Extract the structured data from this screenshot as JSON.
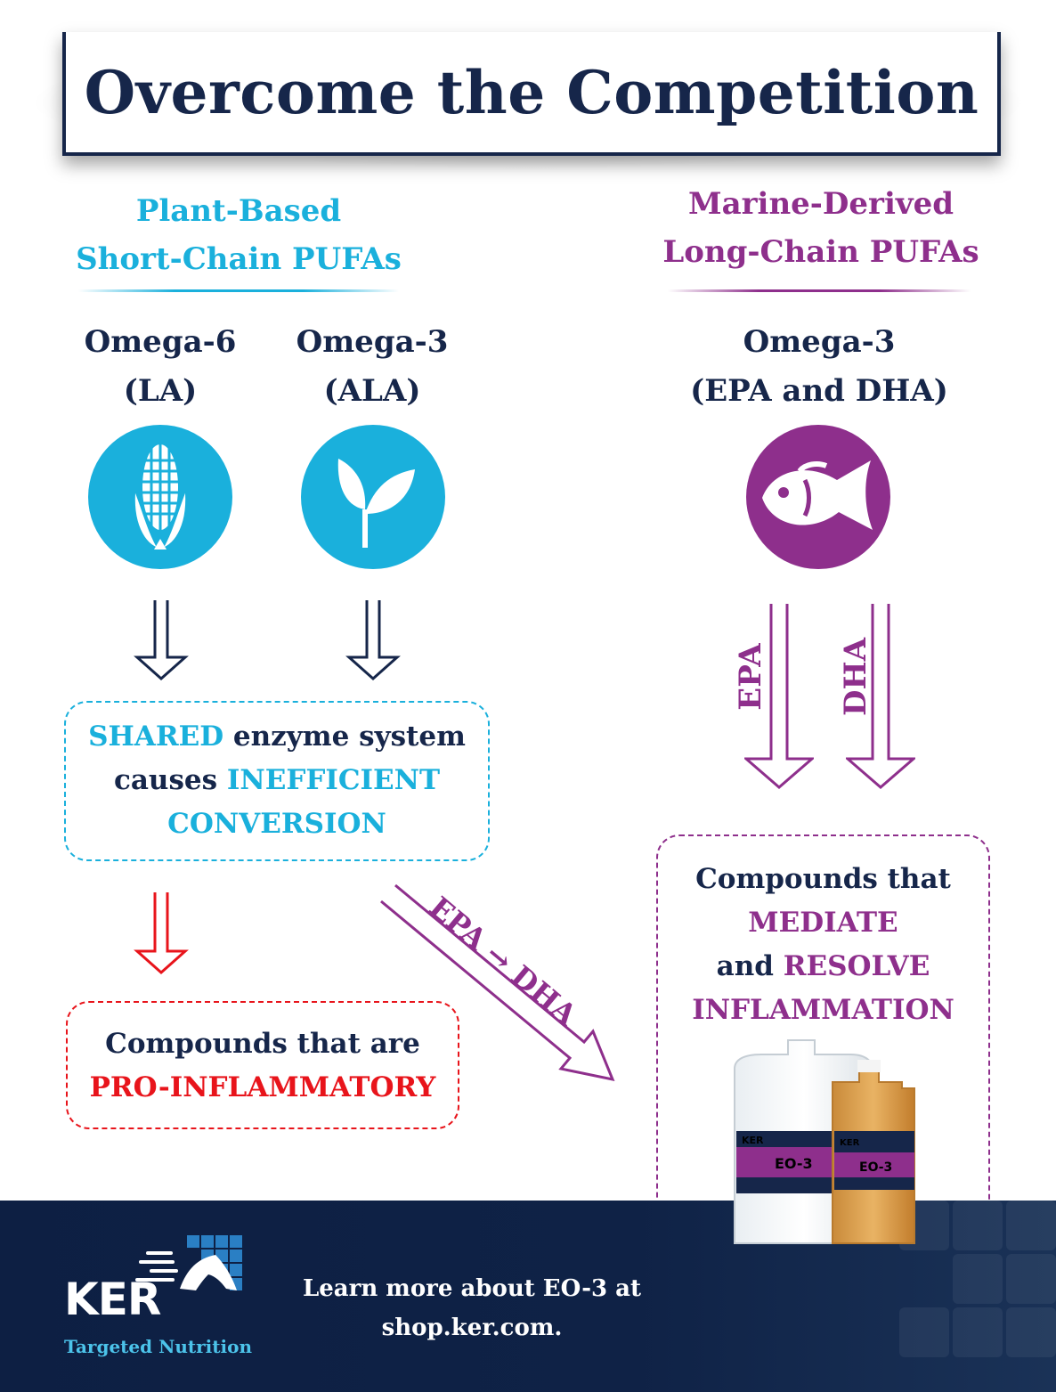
{
  "title": "Overcome the Competition",
  "left": {
    "heading_line1": "Plant-Based",
    "heading_line2": "Short-Chain PUFAs",
    "omega6_name": "Omega-6",
    "omega6_sub": "(LA)",
    "omega3_name": "Omega-3",
    "omega3_sub": "(ALA)",
    "shared_word": "SHARED",
    "shared_rest": " enzyme system",
    "causes_word": "causes ",
    "inefficient_word": "INEFFICIENT",
    "conversion_word": "CONVERSION",
    "pro_line1": "Compounds that are",
    "pro_line2": "PRO-INFLAMMATORY",
    "diag_label": "EPA → DHA"
  },
  "right": {
    "heading_line1": "Marine-Derived",
    "heading_line2": "Long-Chain PUFAs",
    "omega3_name": "Omega-3",
    "omega3_sub": "(EPA and DHA)",
    "arrow1_label": "EPA",
    "arrow2_label": "DHA",
    "box_line1": "Compounds that",
    "box_line2": "MEDIATE",
    "box_line3_and": "and ",
    "box_line3_resolve": "RESOLVE",
    "box_line4": "INFLAMMATION"
  },
  "product": {
    "name": "EO-3",
    "brand": "KER"
  },
  "footer": {
    "brand": "KER",
    "tagline": "Targeted Nutrition",
    "learn_line1": "Learn more about EO-3 at",
    "learn_line2": "shop.ker.com."
  },
  "colors": {
    "navy": "#16264a",
    "plant_blue": "#1ab0dc",
    "marine_purple": "#8e2f8c",
    "red": "#e8141b"
  },
  "icons": [
    "corn-icon",
    "leaf-icon",
    "fish-icon",
    "horse-logo-icon"
  ]
}
